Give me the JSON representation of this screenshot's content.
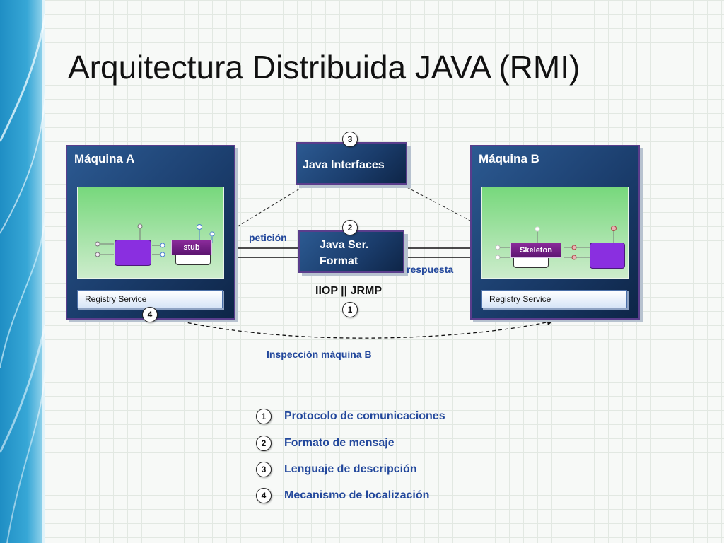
{
  "slide": {
    "title": "Arquitectura Distribuida JAVA (RMI)"
  },
  "colors": {
    "sidebar_teal": "#37a7d6",
    "machine_blue": "#1a3c6b",
    "legend_text": "#23489c",
    "stub_purple": "#6a1a80"
  },
  "diagram": {
    "machine_a": {
      "title": "Máquina A",
      "stub_label": "stub",
      "registry_label": "Registry Service"
    },
    "machine_b": {
      "title": "Máquina B",
      "skeleton_label": "Skeleton",
      "registry_label": "Registry Service"
    },
    "java_interfaces_label": "Java Interfaces",
    "java_ser_format_label_line1": "Java Ser.",
    "java_ser_format_label_line2": "Format",
    "peticion_label": "petición",
    "respuesta_label": "respuesta",
    "protocol_label": "IIOP || JRMP",
    "inspection_label": "Inspección máquina B",
    "badges": {
      "interfaces": "3",
      "format": "2",
      "protocol": "1",
      "registry": "4"
    }
  },
  "legend": [
    {
      "number": "1",
      "text": "Protocolo de comunicaciones"
    },
    {
      "number": "2",
      "text": "Formato de mensaje"
    },
    {
      "number": "3",
      "text": "Lenguaje de descripción"
    },
    {
      "number": "4",
      "text": "Mecanismo de localización"
    }
  ]
}
